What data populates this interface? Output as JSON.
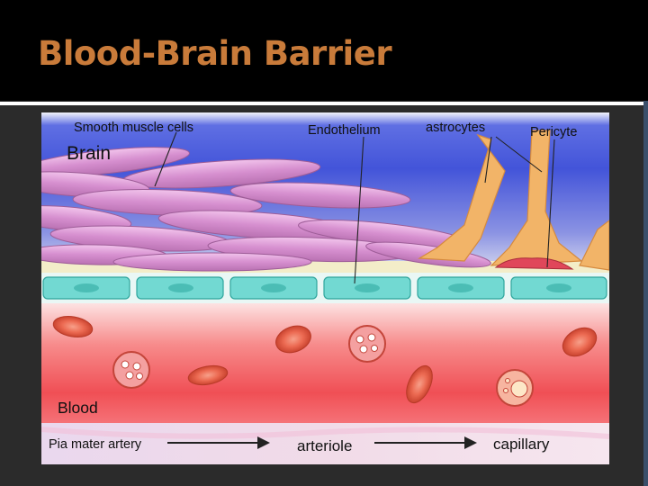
{
  "slide": {
    "title": "Blood-Brain Barrier"
  },
  "diagram": {
    "labels": {
      "smooth_muscle": "Smooth muscle cells",
      "brain": "Brain",
      "endothelium": "Endothelium",
      "astrocytes": "astrocytes",
      "pericyte": "Pericyte",
      "blood": "Blood"
    },
    "flow": {
      "start": "Pia mater artery",
      "middle": "arteriole",
      "end": "capillary"
    }
  },
  "colors": {
    "title": "#c97b3a",
    "brain_top": "#3d4fd8",
    "blood": "#f25a5a",
    "endothelium": "#72d9d2",
    "muscle": "#d99ad2",
    "astrocyte": "#f2b468",
    "pericyte": "#e0475a"
  }
}
